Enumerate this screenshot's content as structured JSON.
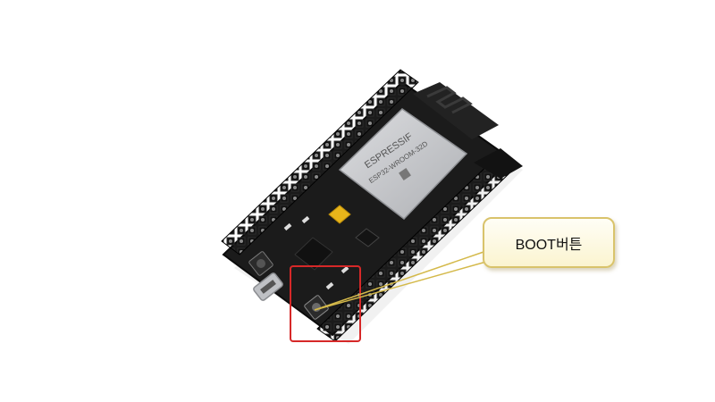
{
  "board": {
    "module_brand": "ESPRESSIF",
    "module_model": "ESP32-WROOM-32D"
  },
  "callout": {
    "label": "BOOT버튼"
  },
  "colors": {
    "pcb": "#1b1b1b",
    "module_shield": "#c9cacd",
    "highlight_box": "#d62828",
    "leader_line": "#d4b94a",
    "callout_border": "#d9c36b",
    "callout_fill": "#fbf4d0"
  }
}
